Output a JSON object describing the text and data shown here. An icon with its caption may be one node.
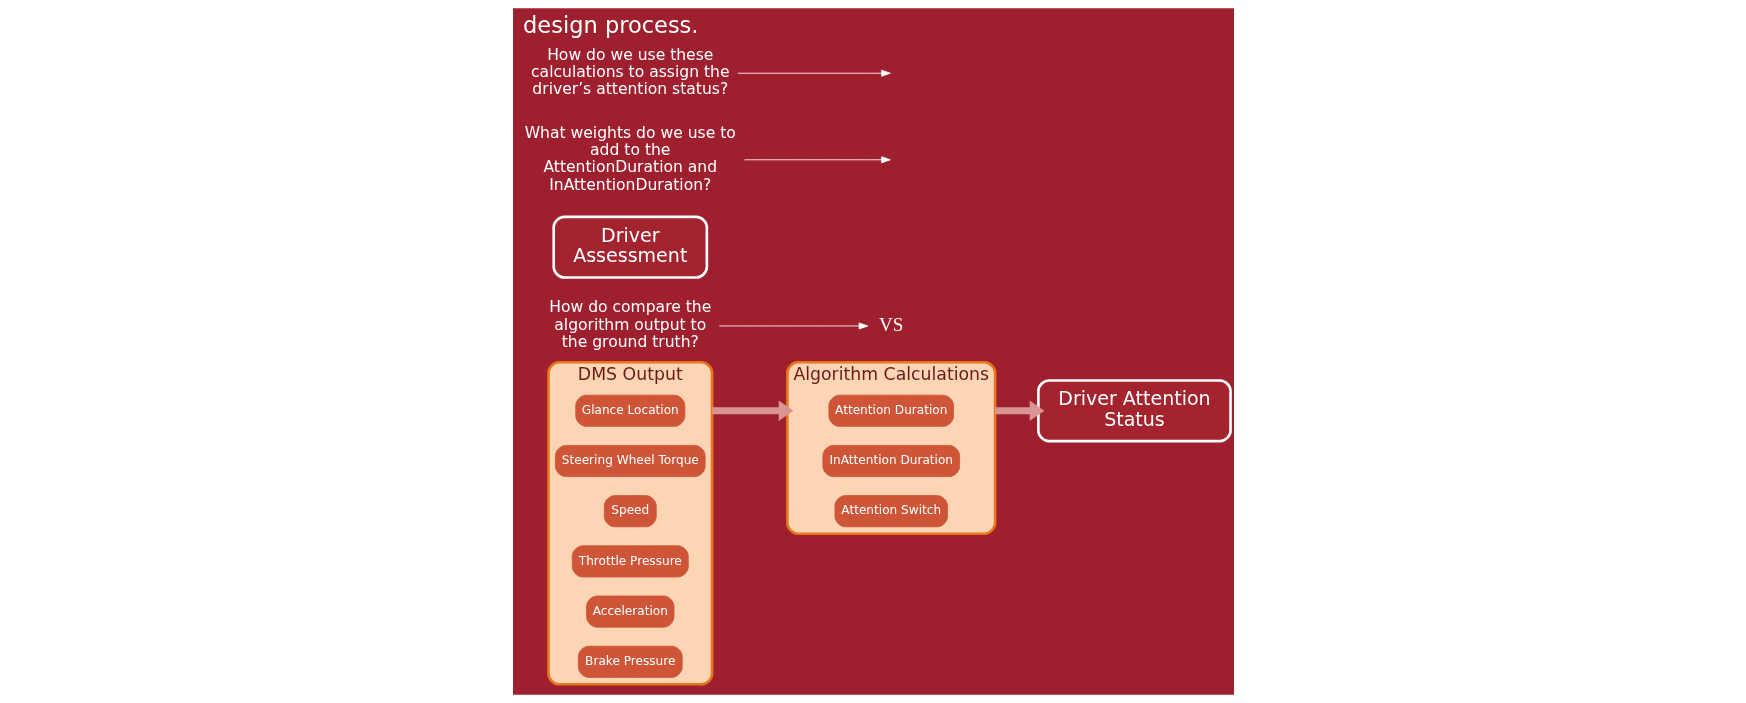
{
  "diagram": {
    "title": "design process.",
    "nodes": [
      {
        "text": [
          "DMS Output"
        ]
      },
      {
        "text": [
          "Glance Location"
        ],
        "in": 0
      },
      {
        "text": [
          "Steering Wheel Torque"
        ],
        "in": 0
      },
      {
        "text": [
          "Speed"
        ],
        "in": 0
      },
      {
        "text": [
          "Throttle Pressure"
        ],
        "in": 0
      },
      {
        "text": [
          "Acceleration"
        ],
        "in": 0
      },
      {
        "text": [
          "Brake Pressure"
        ],
        "in": 0
      },
      {
        "text": [
          "Algorithm Calculations"
        ]
      },
      {
        "text": [
          "Attention Duration"
        ],
        "in": 7
      },
      {
        "text": [
          "InAttention Duration"
        ],
        "in": 7
      },
      {
        "text": [
          "Attention Switch"
        ],
        "in": 7
      },
      {
        "text": [
          "Driver Attention Status"
        ]
      },
      {
        "text": [
          "VS"
        ]
      },
      {
        "text": [
          "Driver Assessment"
        ]
      },
      {
        "text": [
          "What weights do we use to add to the AttentionDuration and InAttentionDuration?"
        ]
      },
      {
        "text": [
          "How do we use these calculations to assign the driver’s attention status?"
        ]
      },
      {
        "text": [
          "How do compare the algorithm output to the ground truth?"
        ]
      }
    ],
    "edges": [
      {
        "from": 0,
        "to": 7,
        "arrow": "to",
        "style": "thick",
        "color": "#d99494"
      },
      {
        "from": 7,
        "to": 11,
        "arrow": "to",
        "style": "thick",
        "color": "#d99494"
      },
      {
        "from": 14,
        "to": null,
        "arrow": "to"
      },
      {
        "from": 15,
        "to": null,
        "arrow": "to"
      },
      {
        "from": 16,
        "to": 12,
        "arrow": "to"
      }
    ]
  }
}
